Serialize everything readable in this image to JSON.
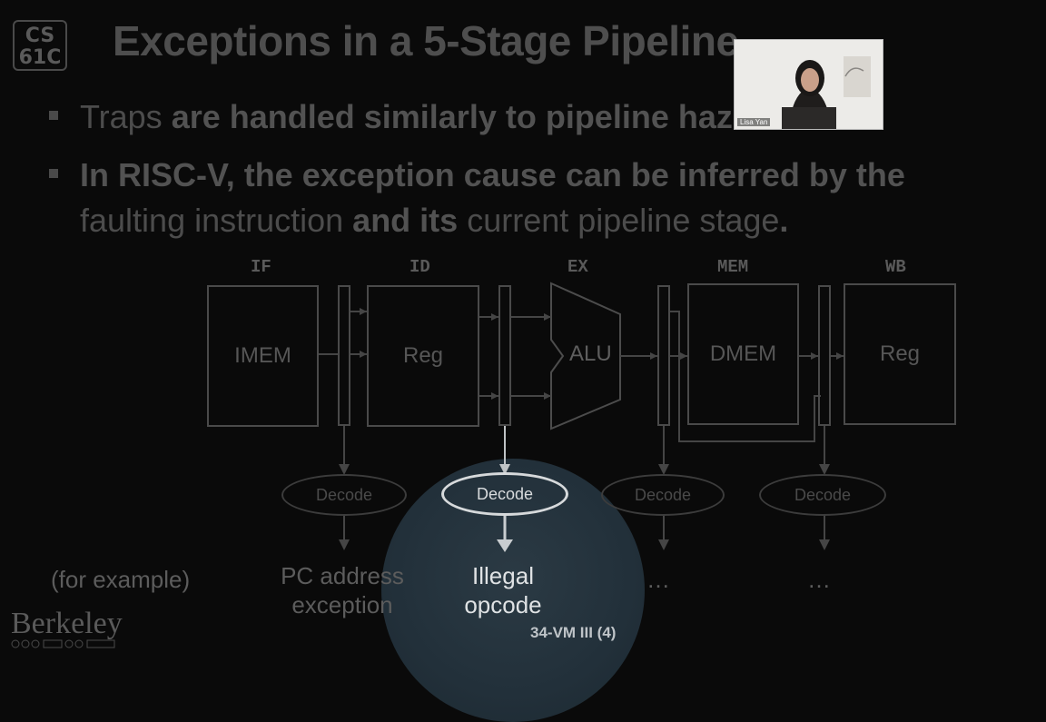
{
  "logo": {
    "line1": "CS",
    "line2": "61C"
  },
  "title": "Exceptions in a 5-Stage Pipeline",
  "bullets": [
    {
      "parts": [
        {
          "text": "Traps ",
          "bold": false
        },
        {
          "text": "are handled similarly to pipeline hazards.",
          "bold": true
        }
      ]
    },
    {
      "line1": "In RISC-V, the exception cause can be inferred by the",
      "line2_a": "faulting instruction ",
      "line2_b": "and its ",
      "line2_c": "current pipeline stage",
      "line2_d": "."
    }
  ],
  "stages": [
    "IF",
    "ID",
    "EX",
    "MEM",
    "WB"
  ],
  "blocks": {
    "imem": "IMEM",
    "reg1": "Reg",
    "alu": "ALU",
    "dmem": "DMEM",
    "reg2": "Reg"
  },
  "decode_label": "Decode",
  "results": {
    "example": "(for example)",
    "pc_line1": "PC address",
    "pc_line2": "exception",
    "illegal_line1": "Illegal",
    "illegal_line2": "opcode",
    "dots1": "…",
    "dots2": "…"
  },
  "webcam": {
    "name": "Lisa Yan"
  },
  "footer": {
    "berkeley": "Berkeley",
    "slide_number": "34-VM III (4)"
  }
}
